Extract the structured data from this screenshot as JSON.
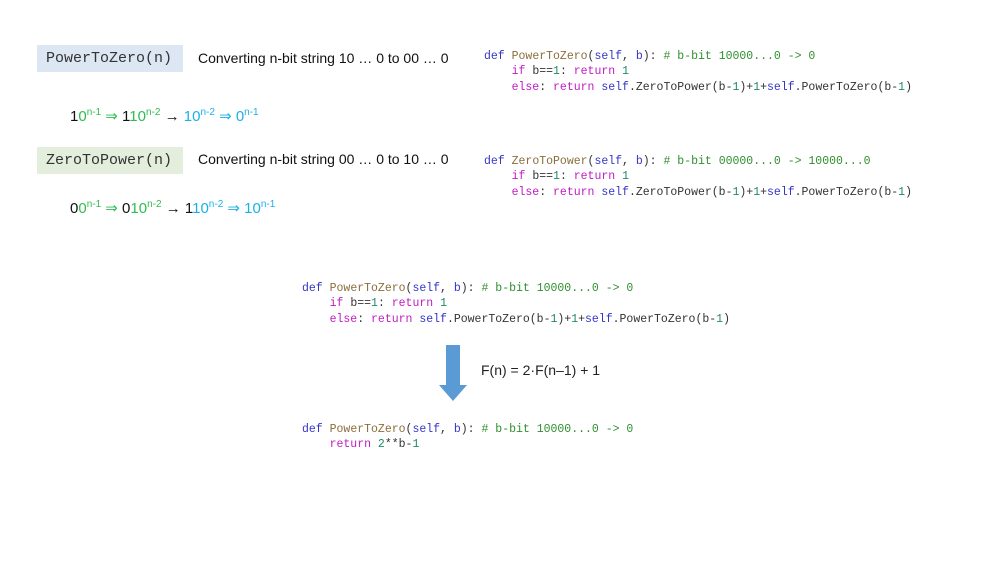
{
  "colors": {
    "label1_bg": "#dce7f3",
    "label2_bg": "#e3efdc",
    "arrow": "#5b9bd5"
  },
  "power_to_zero": {
    "label": "PowerToZero(n)",
    "description": "Converting n-bit string 10 … 0 to 00 … 0"
  },
  "zero_to_power": {
    "label": "ZeroToPower(n)",
    "description": "Converting n-bit string 00 … 0 to 10 … 0"
  },
  "formula1": [
    [
      "1",
      "k"
    ],
    [
      "0",
      "g"
    ],
    [
      "n-1",
      "g",
      "sup"
    ],
    [
      " ⇒ ",
      "g"
    ],
    [
      "1",
      "k"
    ],
    [
      "10",
      "g"
    ],
    [
      "n-2",
      "g",
      "sup"
    ],
    [
      " → ",
      "k"
    ],
    [
      "10",
      "b"
    ],
    [
      "n-2",
      "b",
      "sup"
    ],
    [
      " ⇒ ",
      "b"
    ],
    [
      "0",
      "b"
    ],
    [
      "n-1",
      "b",
      "sup"
    ]
  ],
  "formula2": [
    [
      "0",
      "k"
    ],
    [
      "0",
      "g"
    ],
    [
      "n-1",
      "g",
      "sup"
    ],
    [
      " ⇒ ",
      "g"
    ],
    [
      "0",
      "k"
    ],
    [
      "10",
      "g"
    ],
    [
      "n-2",
      "g",
      "sup"
    ],
    [
      " → ",
      "k"
    ],
    [
      "1",
      "k"
    ],
    [
      "10",
      "b"
    ],
    [
      "n-2",
      "b",
      "sup"
    ],
    [
      " ⇒ ",
      "b"
    ],
    [
      "10",
      "b"
    ],
    [
      "n-1",
      "b",
      "sup"
    ]
  ],
  "code_power_to_zero": [
    [
      [
        "def ",
        "def"
      ],
      [
        "PowerToZero",
        "fn"
      ],
      [
        "(",
        "tx"
      ],
      [
        "self",
        "self"
      ],
      [
        ", ",
        "tx"
      ],
      [
        "b",
        "self"
      ],
      [
        "): ",
        "tx"
      ],
      [
        "# b-bit 10000...0 -> 0",
        "cm"
      ]
    ],
    [
      [
        "    if ",
        "kw"
      ],
      [
        "b==",
        "tx"
      ],
      [
        "1",
        "num"
      ],
      [
        ": ",
        "tx"
      ],
      [
        "return ",
        "kw"
      ],
      [
        "1",
        "num"
      ]
    ],
    [
      [
        "    else",
        "kw"
      ],
      [
        ": ",
        "tx"
      ],
      [
        "return ",
        "kw"
      ],
      [
        "self",
        "self"
      ],
      [
        ".ZeroToPower(b-",
        "tx"
      ],
      [
        "1",
        "num"
      ],
      [
        ")+",
        "tx"
      ],
      [
        "1",
        "num"
      ],
      [
        "+",
        "tx"
      ],
      [
        "self",
        "self"
      ],
      [
        ".PowerToZero(b-",
        "tx"
      ],
      [
        "1",
        "num"
      ],
      [
        ")",
        "tx"
      ]
    ]
  ],
  "code_zero_to_power": [
    [
      [
        "def ",
        "def"
      ],
      [
        "ZeroToPower",
        "fn"
      ],
      [
        "(",
        "tx"
      ],
      [
        "self",
        "self"
      ],
      [
        ", ",
        "tx"
      ],
      [
        "b",
        "self"
      ],
      [
        "): ",
        "tx"
      ],
      [
        "# b-bit 00000...0 -> 10000...0",
        "cm"
      ]
    ],
    [
      [
        "    if ",
        "kw"
      ],
      [
        "b==",
        "tx"
      ],
      [
        "1",
        "num"
      ],
      [
        ": ",
        "tx"
      ],
      [
        "return ",
        "kw"
      ],
      [
        "1",
        "num"
      ]
    ],
    [
      [
        "    else",
        "kw"
      ],
      [
        ": ",
        "tx"
      ],
      [
        "return ",
        "kw"
      ],
      [
        "self",
        "self"
      ],
      [
        ".ZeroToPower(b-",
        "tx"
      ],
      [
        "1",
        "num"
      ],
      [
        ")+",
        "tx"
      ],
      [
        "1",
        "num"
      ],
      [
        "+",
        "tx"
      ],
      [
        "self",
        "self"
      ],
      [
        ".PowerToZero(b-",
        "tx"
      ],
      [
        "1",
        "num"
      ],
      [
        ")",
        "tx"
      ]
    ]
  ],
  "code_simplified_before": [
    [
      [
        "def ",
        "def"
      ],
      [
        "PowerToZero",
        "fn"
      ],
      [
        "(",
        "tx"
      ],
      [
        "self",
        "self"
      ],
      [
        ", ",
        "tx"
      ],
      [
        "b",
        "self"
      ],
      [
        "): ",
        "tx"
      ],
      [
        "# b-bit 10000...0 -> 0",
        "cm"
      ]
    ],
    [
      [
        "    if ",
        "kw"
      ],
      [
        "b==",
        "tx"
      ],
      [
        "1",
        "num"
      ],
      [
        ": ",
        "tx"
      ],
      [
        "return ",
        "kw"
      ],
      [
        "1",
        "num"
      ]
    ],
    [
      [
        "    else",
        "kw"
      ],
      [
        ": ",
        "tx"
      ],
      [
        "return ",
        "kw"
      ],
      [
        "self",
        "self"
      ],
      [
        ".PowerToZero(b-",
        "tx"
      ],
      [
        "1",
        "num"
      ],
      [
        ")+",
        "tx"
      ],
      [
        "1",
        "num"
      ],
      [
        "+",
        "tx"
      ],
      [
        "self",
        "self"
      ],
      [
        ".PowerToZero(b-",
        "tx"
      ],
      [
        "1",
        "num"
      ],
      [
        ")",
        "tx"
      ]
    ]
  ],
  "recurrence": "F(n) = 2·F(n–1) + 1",
  "code_simplified_after": [
    [
      [
        "def ",
        "def"
      ],
      [
        "PowerToZero",
        "fn"
      ],
      [
        "(",
        "tx"
      ],
      [
        "self",
        "self"
      ],
      [
        ", ",
        "tx"
      ],
      [
        "b",
        "self"
      ],
      [
        "): ",
        "tx"
      ],
      [
        "# b-bit 10000...0 -> 0",
        "cm"
      ]
    ],
    [
      [
        "    return ",
        "kw"
      ],
      [
        "2",
        "num"
      ],
      [
        "**b-",
        "tx"
      ],
      [
        "1",
        "num"
      ]
    ]
  ]
}
